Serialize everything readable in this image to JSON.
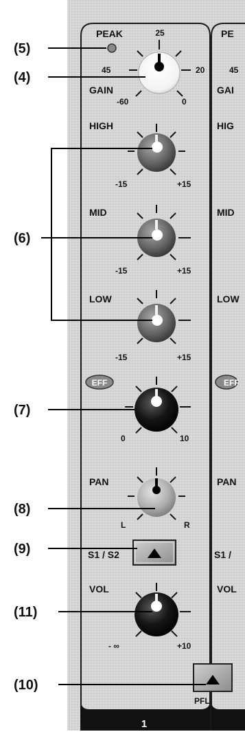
{
  "callouts": {
    "peak_led": "(5)",
    "gain_knob": "(4)",
    "eq_knobs": "(6)",
    "eff_knob": "(7)",
    "pan_knob": "(8)",
    "s1s2_switch": "(9)",
    "vol_knob": "(11)",
    "pfl_switch": "(10)"
  },
  "labels": {
    "peak": "PEAK",
    "gain": "GAIN",
    "high": "HIGH",
    "mid": "MID",
    "low": "LOW",
    "eff": "EFF",
    "pan": "PAN",
    "s1s2": "S1 / S2",
    "vol": "VOL",
    "pfl": "PFL",
    "channel_number": "1"
  },
  "scales": {
    "gain_top": "25",
    "gain_left": "45",
    "gain_right": "20",
    "gain_min": "-60",
    "gain_max": "0",
    "high_min": "-15",
    "high_max": "+15",
    "mid_min": "-15",
    "mid_max": "+15",
    "low_min": "-15",
    "low_max": "+15",
    "eff_min": "0",
    "eff_max": "10",
    "pan_left": "L",
    "pan_right": "R",
    "vol_min": "- ∞",
    "vol_max": "+10"
  },
  "neighbor_strip": {
    "peak": "PE",
    "gain_scale": "45",
    "gain": "GAI",
    "high": "HIG",
    "mid": "MID",
    "low": "LOW",
    "eff": "EFF",
    "pan": "PAN",
    "s1s2": "S1 /",
    "vol": "VOL"
  },
  "colors": {
    "panel": "#d9d9d9",
    "strip_border": "#1a1a1a",
    "knob_black": "#0d0d0d",
    "knob_gray": "#6e6e6e",
    "knob_light": "#b0b0b0",
    "led": "#8a8a8a"
  }
}
